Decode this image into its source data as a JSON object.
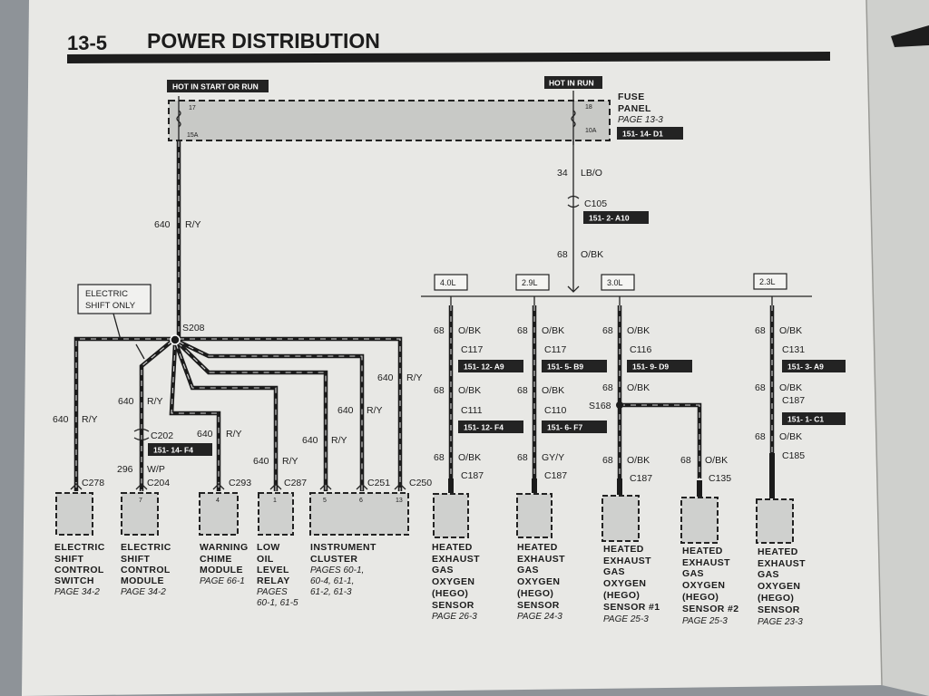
{
  "page": {
    "number": "13-5",
    "title": "POWER DISTRIBUTION"
  },
  "fuse_panel": {
    "left_tag": "HOT IN START OR RUN",
    "right_tag": "HOT IN RUN",
    "fuse_left_num": "17",
    "fuse_left_amp": "15A",
    "fuse_right_num": "18",
    "fuse_right_amp": "10A",
    "panel_label_1": "FUSE",
    "panel_label_2": "PANEL",
    "panel_page": "PAGE 13-3",
    "panel_ref": "151-  14-  D1"
  },
  "feed": {
    "w34_num": "34",
    "w34_color": "LB/O",
    "c105": "C105",
    "c105_ref": "151-  2-  A10",
    "w68_num": "68",
    "w68_color": "O/BK"
  },
  "engines": [
    "4.0L",
    "2.9L",
    "3.0L",
    "2.3L"
  ],
  "left": {
    "w640_num": "640",
    "w640_color": "R/Y",
    "electric_shift_note_1": "ELECTRIC",
    "electric_shift_note_2": "SHIFT ONLY",
    "splice": "S208",
    "c202": "C202",
    "c202_ref": "151-  14-  F4",
    "w296_num": "296",
    "w296_color": "W/P",
    "c278": "C278",
    "c204": "C204",
    "c293": "C293",
    "c287": "C287",
    "c251": "C251",
    "c250": "C250",
    "pin_c204": "7",
    "pin_c293": "4",
    "pin_c287": "1",
    "pin_c251a": "5",
    "pin_c251b": "6",
    "pin_c250": "13"
  },
  "right": {
    "w68": "68",
    "obk": "O/BK",
    "gyy": "GY/Y",
    "c117": "C117",
    "c116": "C116",
    "c131": "C131",
    "c111": "C111",
    "c110": "C110",
    "c187": "C187",
    "c135": "C135",
    "c185": "C185",
    "s168": "S168",
    "ref_a": "151-  12-  A9",
    "ref_b": "151-  5-  B9",
    "ref_c": "151-  9-  D9",
    "ref_d": "151-  3-  A9",
    "ref_e": "151-  12-  F4",
    "ref_f": "151-  6-  F7",
    "ref_g": "151-  1-  C1"
  },
  "components": [
    {
      "lines": [
        "ELECTRIC",
        "SHIFT",
        "CONTROL",
        "SWITCH"
      ],
      "page": "PAGE 34-2"
    },
    {
      "lines": [
        "ELECTRIC",
        "SHIFT",
        "CONTROL",
        "MODULE"
      ],
      "page": "PAGE 34-2"
    },
    {
      "lines": [
        "WARNING",
        "CHIME",
        "MODULE"
      ],
      "page": "PAGE 66-1"
    },
    {
      "lines": [
        "LOW",
        "OIL",
        "LEVEL",
        "RELAY"
      ],
      "page": "PAGES",
      "page2": "60-1, 61-5"
    },
    {
      "lines": [
        "INSTRUMENT",
        "CLUSTER"
      ],
      "page": "PAGES 60-1,",
      "page2": "60-4, 61-1,",
      "page3": "61-2, 61-3"
    },
    {
      "lines": [
        "HEATED",
        "EXHAUST",
        "GAS",
        "OXYGEN",
        "(HEGO)",
        "SENSOR"
      ],
      "page": "PAGE 26-3"
    },
    {
      "lines": [
        "HEATED",
        "EXHAUST",
        "GAS",
        "OXYGEN",
        "(HEGO)",
        "SENSOR"
      ],
      "page": "PAGE 24-3"
    },
    {
      "lines": [
        "HEATED",
        "EXHAUST",
        "GAS",
        "OXYGEN",
        "(HEGO)",
        "SENSOR #1"
      ],
      "page": "PAGE 25-3"
    },
    {
      "lines": [
        "HEATED",
        "EXHAUST",
        "GAS",
        "OXYGEN",
        "(HEGO)",
        "SENSOR #2"
      ],
      "page": "PAGE 25-3"
    },
    {
      "lines": [
        "HEATED",
        "EXHAUST",
        "GAS",
        "OXYGEN",
        "(HEGO)",
        "SENSOR"
      ],
      "page": "PAGE 23-3"
    }
  ]
}
